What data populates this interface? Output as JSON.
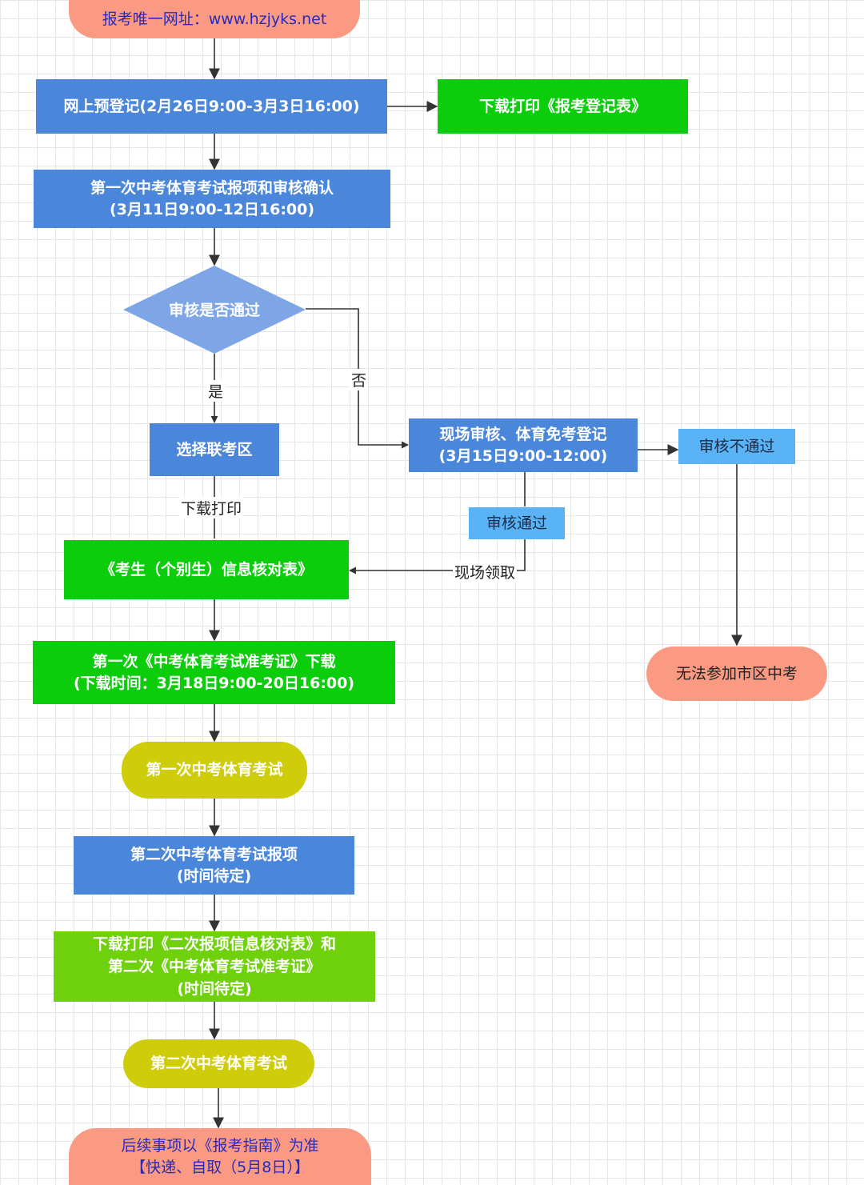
{
  "nodes": {
    "url": "报考唯一网址：www.hzjyks.net",
    "pre_register": "网上预登记(2月26日9:00-3月3日16:00)",
    "download_form": "下载打印《报考登记表》",
    "first_signup": [
      "第一次中考体育考试报项和审核确认",
      "(3月11日9:00-12日16:00)"
    ],
    "review_decision": "审核是否通过",
    "select_zone": "选择联考区",
    "onsite_review": [
      "现场审核、体育免考登记",
      "(3月15日9:00-12:00)"
    ],
    "review_fail": "审核不通过",
    "review_pass": "审核通过",
    "info_check": "《考生（个别生）信息核对表》",
    "cannot_attend": "无法参加市区中考",
    "first_ticket": [
      "第一次《中考体育考试准考证》下载",
      "(下载时间：3月18日9:00-20日16:00)"
    ],
    "first_exam": "第一次中考体育考试",
    "second_signup": [
      "第二次中考体育考试报项",
      "(时间待定)"
    ],
    "second_download": [
      "下载打印《二次报项信息核对表》和",
      "第二次《中考体育考试准考证》",
      "(时间待定)"
    ],
    "second_exam": "第二次中考体育考试",
    "final": [
      "后续事项以《报考指南》为准",
      "【快递、自取（5月8日）】"
    ]
  },
  "edge_labels": {
    "yes": "是",
    "no": "否",
    "download_print": "下载打印",
    "onsite_pickup": "现场领取"
  },
  "colors": {
    "blue": "#4a86d9",
    "light_blue": "#59b3f5",
    "diamond": "#7ea6e6",
    "green": "#0ccd0c",
    "lime": "#6ed10c",
    "yellow": "#cfcc0a",
    "salmon": "#fa9a82",
    "arrow": "#333333"
  }
}
